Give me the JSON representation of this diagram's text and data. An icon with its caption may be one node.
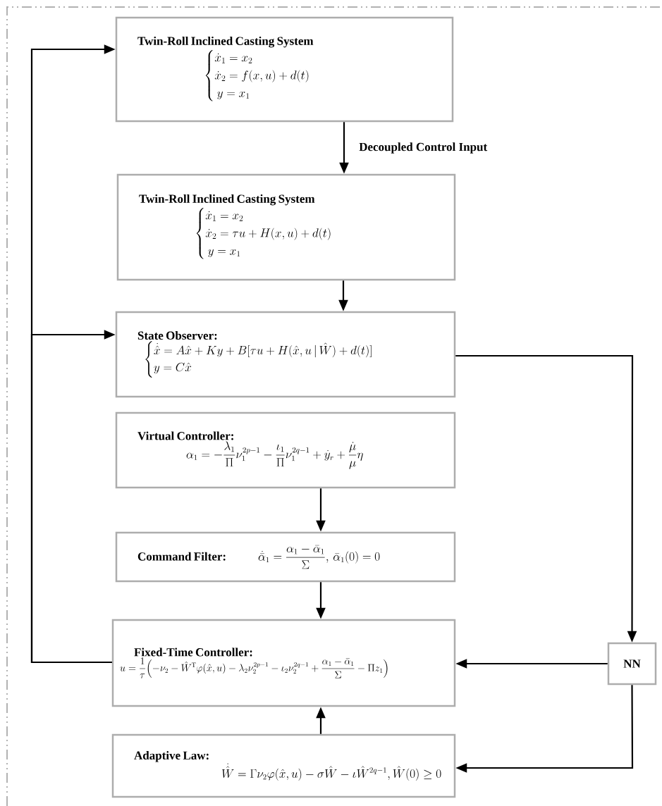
{
  "diagram": {
    "nodes": [
      {
        "text": [
          "Twin-Roll Inclined Casting System",
          "\\begin{cases}\\dot{x}_1 = x_2\\\\ \\dot{x}_2 = f(x,u)+d(t)\\\\ \\ y = x_1\\end{cases}"
        ]
      },
      {
        "text": [
          "Twin-Roll Inclined Casting System",
          "\\begin{cases}\\dot{x}_1 = x_2\\\\ \\dot{x}_2 = \\tau u + H(x,u)+d(t)\\\\ \\ y = x_1\\end{cases}"
        ]
      },
      {
        "text": [
          "State Observer:",
          "\\begin{cases}\\dot{\\hat{x}} = A\\hat{x}+Ky+B[\\tau u+H(\\hat{x},u\\,|\\,\\hat{W})+d(t)]\\\\ y = C\\hat{x}\\end{cases}"
        ]
      },
      {
        "text": [
          "Virtual Controller:",
          "\\alpha_1 = -\\frac{\\lambda_1}{\\Pi}\\nu_1^{2p-1}-\\frac{\\iota_1}{\\Pi}\\nu_1^{2q-1}+\\dot{y}_r+\\frac{\\dot{\\mu}}{\\mu}\\eta"
        ]
      },
      {
        "text": [
          "Command Filter:",
          "\\dot{\\bar{\\alpha}}_1 = \\frac{\\alpha_1-\\bar{\\alpha}_1}{\\Sigma},\\, \\bar{\\alpha}_1(0)=0"
        ]
      },
      {
        "text": [
          "Fixed-Time Controller:",
          "u = \\frac{1}{\\tau}\\Bigl(-\\nu_2-\\hat{W}^{\\mathrm{T}}\\varphi(\\hat{x},u)-\\lambda_2\\nu_2^{2p-1}-\\iota_2\\nu_2^{2q-1}+\\frac{\\alpha_1-\\bar{\\alpha}_1}{\\Sigma}-\\Pi z_1\\Bigr)"
        ]
      },
      {
        "text": [
          "NN"
        ]
      },
      {
        "text": [
          "Adaptive Law:",
          "\\dot{\\hat{W}} = \\Gamma\\nu_2\\varphi(\\hat{x},u)-\\sigma\\hat{W}-\\iota\\hat{W}^{2q-1},\\hat{W}(0)\\ge 0"
        ]
      }
    ],
    "edges": [
      {
        "from": 0,
        "to": 1,
        "arrow": "to",
        "label": "Decoupled Control Input"
      },
      {
        "from": 1,
        "to": 2,
        "arrow": "to"
      },
      {
        "from": 5,
        "to": 0,
        "arrow": "to"
      },
      {
        "from": 5,
        "to": 2,
        "arrow": "to"
      },
      {
        "from": 2,
        "to": 6,
        "arrow": "to"
      },
      {
        "from": 3,
        "to": 4,
        "arrow": "to"
      },
      {
        "from": 4,
        "to": 5,
        "arrow": "to"
      },
      {
        "from": 6,
        "to": 5,
        "arrow": "to"
      },
      {
        "from": 6,
        "to": 7,
        "arrow": "to"
      },
      {
        "from": 7,
        "to": 5,
        "arrow": "to"
      }
    ]
  }
}
